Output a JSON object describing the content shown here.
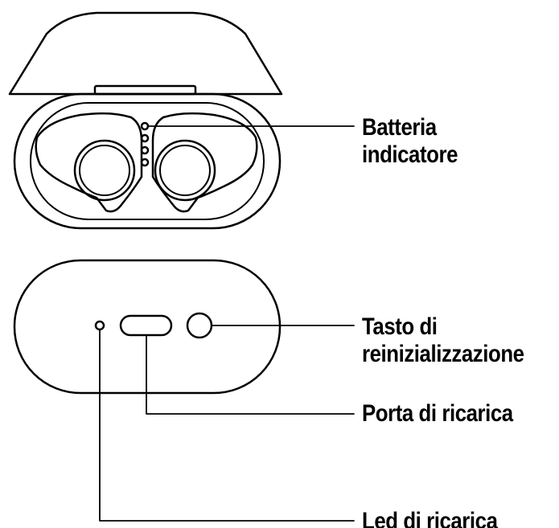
{
  "labels": {
    "battery_line1": "Batteria",
    "battery_line2": "indicatore",
    "reset_line1": "Tasto di",
    "reset_line2": "reinizializzazione",
    "charging_port": "Porta di ricarica",
    "charging_led": "Led di ricarica"
  },
  "colors": {
    "stroke": "#000000",
    "background": "#ffffff"
  }
}
